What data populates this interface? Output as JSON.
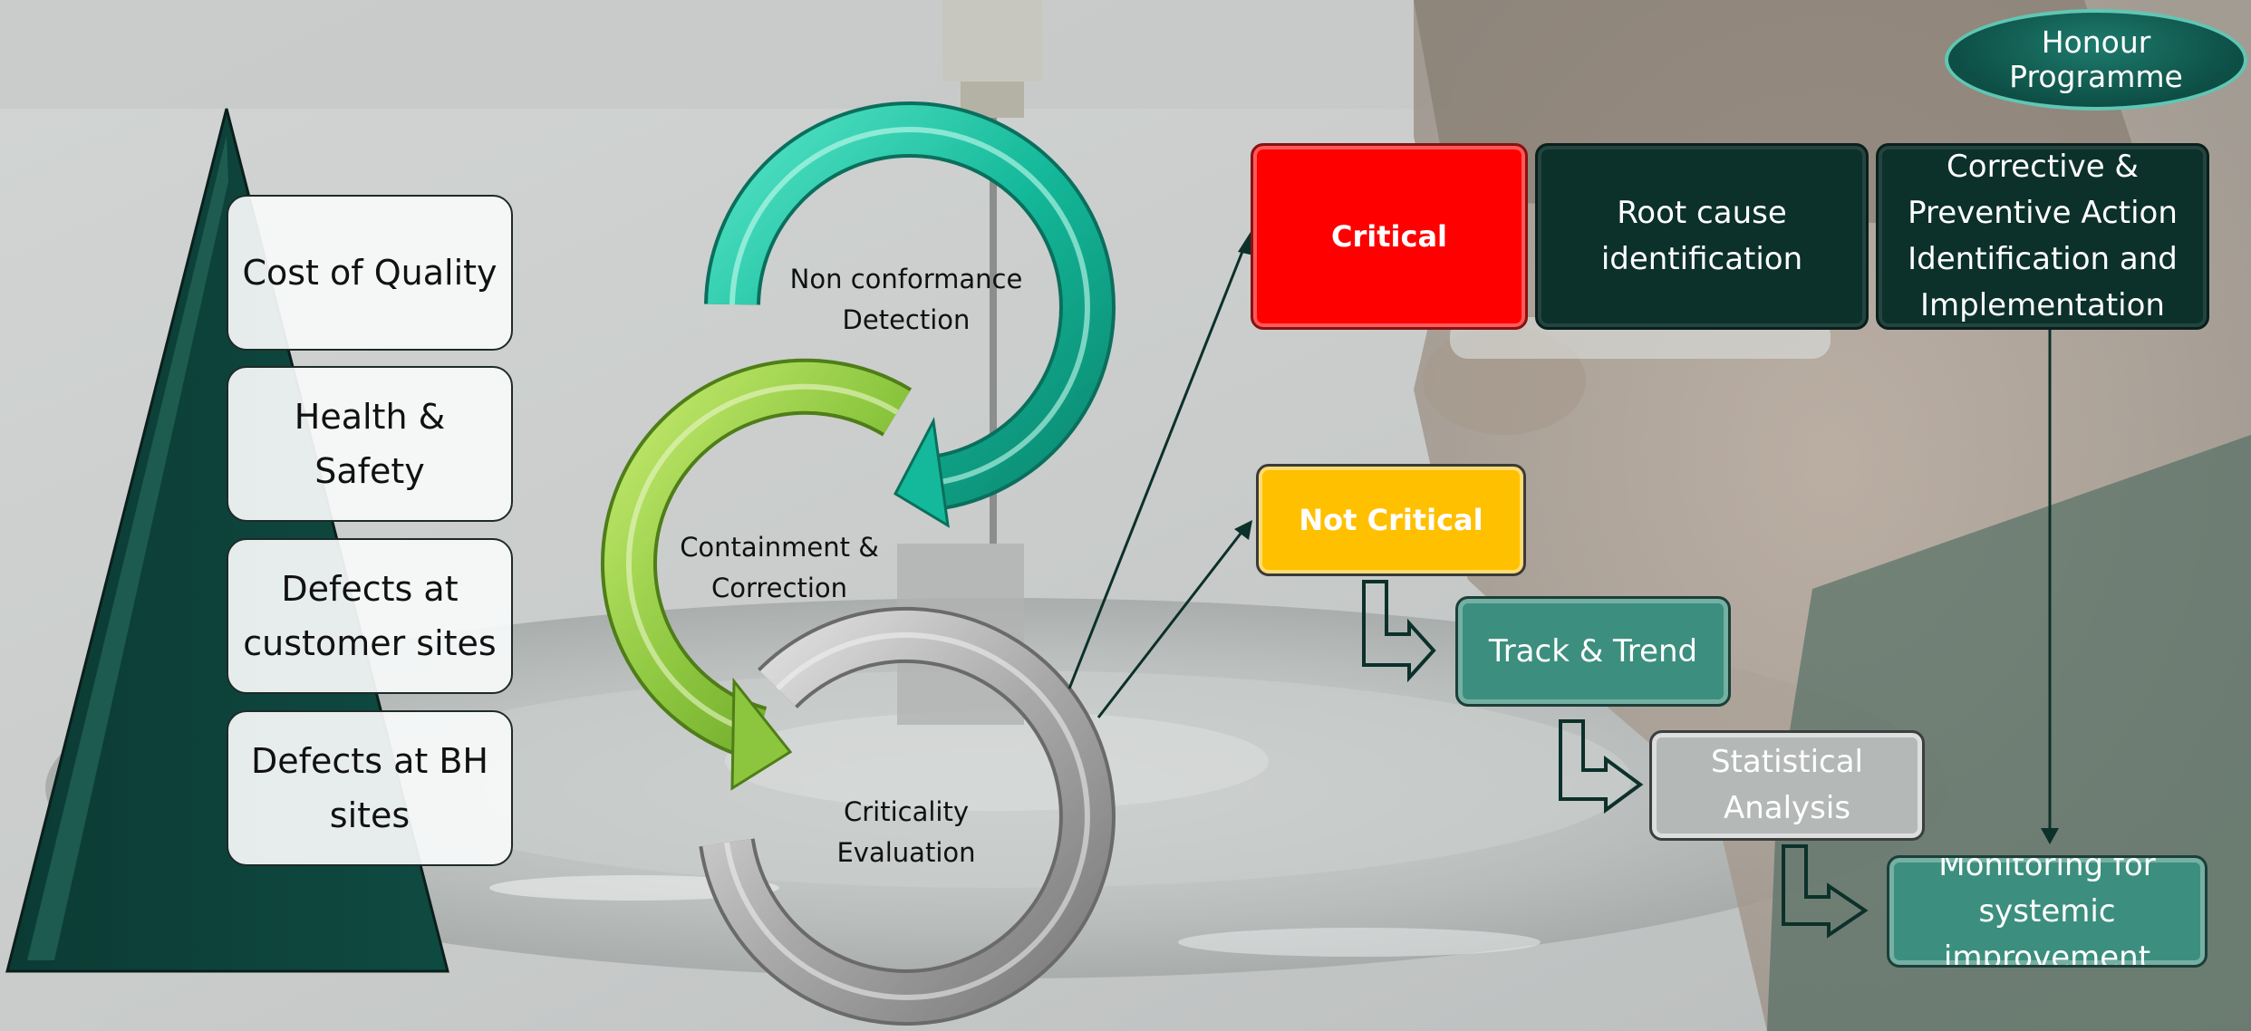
{
  "honour": {
    "line1": "Honour",
    "line2": "Programme"
  },
  "pyramid": {
    "items": [
      {
        "line1": "Cost of Quality",
        "line2": ""
      },
      {
        "line1": "Health &",
        "line2": "Safety"
      },
      {
        "line1": "Defects at",
        "line2": "customer sites"
      },
      {
        "line1": "Defects at BH",
        "line2": "sites"
      }
    ]
  },
  "cycle": {
    "step1": {
      "line1": "Non conformance",
      "line2": "Detection"
    },
    "step2": {
      "line1": "Containment &",
      "line2": "Correction"
    },
    "step3": {
      "line1": "Criticality",
      "line2": "Evaluation"
    }
  },
  "flow": {
    "critical": "Critical",
    "root_cause": {
      "line1": "Root cause",
      "line2": "identification"
    },
    "capa": {
      "line1": "Corrective &",
      "line2": "Preventive Action",
      "line3": "Identification and",
      "line4": "Implementation"
    },
    "not_critical": "Not Critical",
    "track_trend": "Track & Trend",
    "statistical": {
      "line1": "Statistical",
      "line2": "Analysis"
    },
    "monitoring": {
      "line1": "Monitoring for",
      "line2": "systemic",
      "line3": "improvement"
    }
  },
  "colors": {
    "critical": "#ff0000",
    "not_critical": "#ffc000",
    "dark_green": "#0c302a",
    "teal": "#3c8f7e",
    "grey_box": "#b4b8b6",
    "arrow_teal": "#14b89a",
    "arrow_green": "#8cc63f",
    "arrow_grey": "#a9a9a9"
  }
}
